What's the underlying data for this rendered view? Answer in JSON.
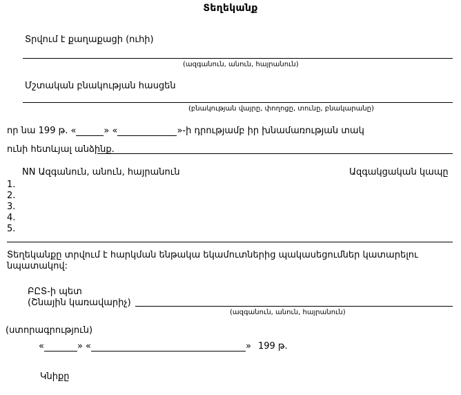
{
  "document": {
    "title": "Տեղեկանք",
    "language": "Armenian"
  },
  "fields": {
    "issued_to_label": "Տրվում է քաղաքացի (ուհի)",
    "issued_to_caption": "(ազգանուն, անուն, հայրանուն)",
    "address_label": "Մշտական բնակության հասցեն",
    "address_caption": "(բնակության վայրը, փողոցը, տունը, բնակարանը)",
    "dependents_line_prefix": "որ նա 199 թ. «",
    "dependents_line_mid1": "» «",
    "dependents_line_mid2": "»-ի դրությամբ իր խնամառության տակ",
    "dependents_line_suffix": "ունի հետևյալ անձինք."
  },
  "table": {
    "header_left": "NN Ազգանուն, անուն, հայրանուն",
    "header_right": "Ազգակցական կապը",
    "rows": [
      "1.",
      "2.",
      "3.",
      "4.",
      "5."
    ]
  },
  "purpose": {
    "line1": "Տեղեկանքը տրվում է հարկման ենթակա եկամուտներից պակասեցումներ կատարելու",
    "line2": "նպատակով:"
  },
  "signature": {
    "role_line1": "ԲԸՏ-ի պետ",
    "role_line2": "(Շնային կառավարիչ)",
    "name_caption": "(ազգանուն, անուն, հայրանուն)",
    "signature_caption": "(ստորագրություն)",
    "date_open_quote": "«",
    "date_mid_quote": "» «",
    "date_close_quote": "»",
    "year": "199 թ.",
    "seal_label": "Կնիքը"
  }
}
